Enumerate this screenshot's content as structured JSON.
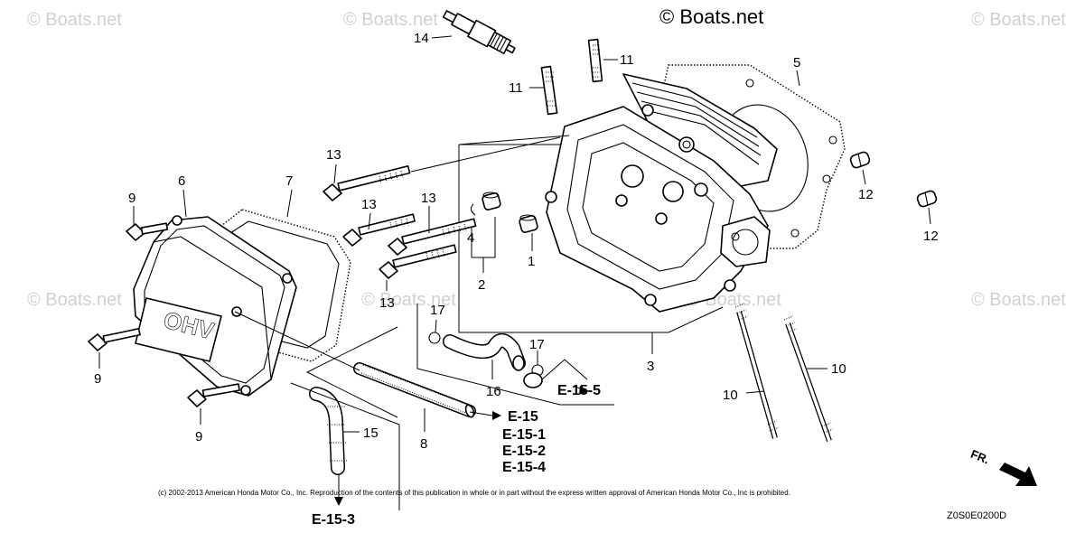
{
  "watermarks": {
    "main": "© Boats.net",
    "repeat": "© Boats.net"
  },
  "callouts": {
    "c1": "1",
    "c2": "2",
    "c3": "3",
    "c4": "4",
    "c5": "5",
    "c6": "6",
    "c7": "7",
    "c8": "8",
    "c9a": "9",
    "c9b": "9",
    "c9c": "9",
    "c10a": "10",
    "c10b": "10",
    "c11a": "11",
    "c11b": "11",
    "c12a": "12",
    "c12b": "12",
    "c13a": "13",
    "c13b": "13",
    "c13c": "13",
    "c13d": "13",
    "c14": "14",
    "c15": "15",
    "c16": "16",
    "c17a": "17",
    "c17b": "17"
  },
  "references": {
    "e155": "E-15-5",
    "e15": "E-15",
    "e151": "E-15-1",
    "e152": "E-15-2",
    "e154": "E-15-4",
    "e153": "E-15-3"
  },
  "logo_text": "OHV",
  "front_indicator": "FR.",
  "copyright": "(c) 2002-2013 American Honda Motor Co., Inc. Reproduction of the contents of this publication in whole or in part without the express written approval of American Honda Motor Co., Inc is prohibited.",
  "diagram_code": "Z0S0E0200D"
}
